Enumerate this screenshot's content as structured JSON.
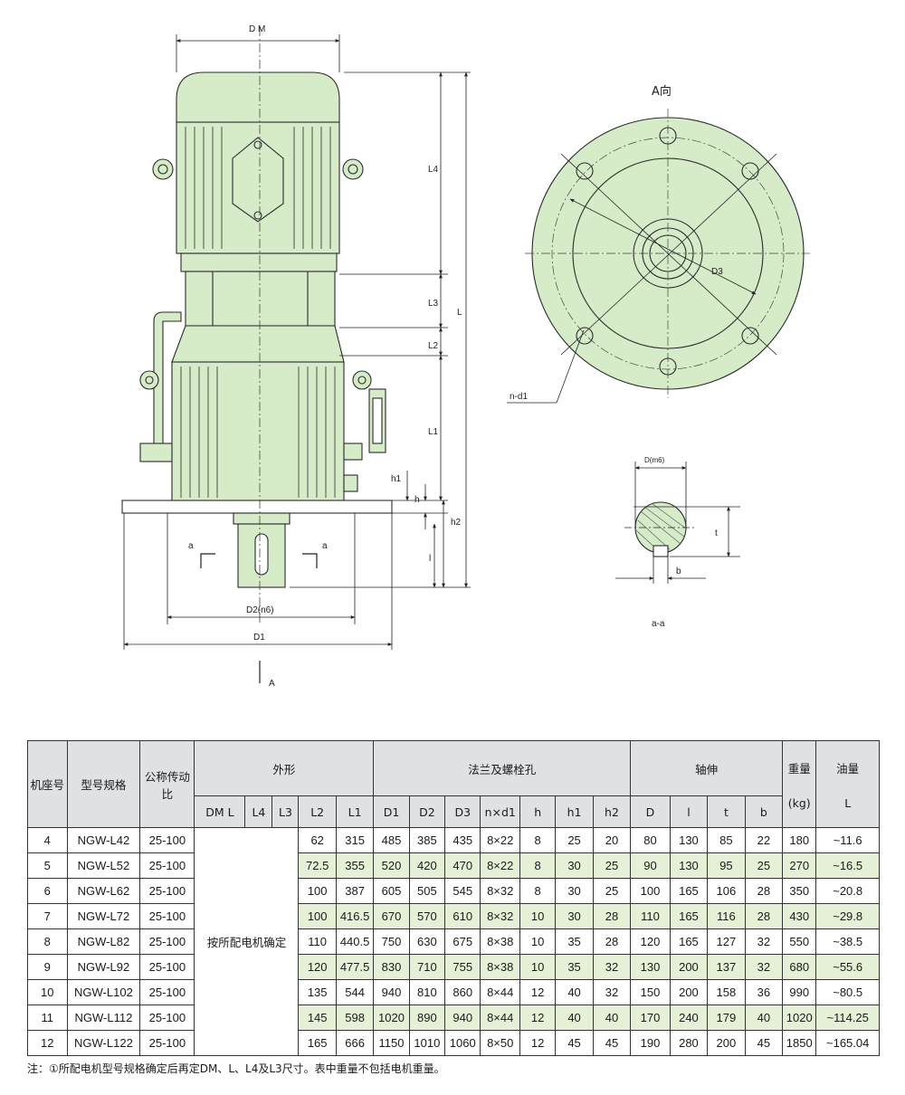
{
  "drawing": {
    "labels": {
      "dm": "D M",
      "l4": "L4",
      "l3": "L3",
      "l2": "L2",
      "l1": "L1",
      "l": "L",
      "h1": "h1",
      "h": "h",
      "h2": "h2",
      "l_small": "l",
      "a_left": "a",
      "a_right": "a",
      "d2": "D2(n6)",
      "d1": "D1",
      "arrow_a": "A",
      "view_a": "A向",
      "d3": "D3",
      "nd1": "n-d1",
      "d_m6": "D(m6)",
      "t": "t",
      "b": "b",
      "section_aa": "a-a"
    },
    "colors": {
      "body": "#d6ecc8",
      "line": "#2a2a2a",
      "table_head": "#dfe2e5",
      "row_alt": "#e6f0d6"
    }
  },
  "table": {
    "headers": {
      "frame": "机座号",
      "model": "型号规格",
      "ratio": "公称传动比",
      "shape": "外形",
      "flange": "法兰及螺栓孔",
      "shaft": "轴伸",
      "weight": "重量",
      "weight_unit": "(kg)",
      "oil": "油量",
      "oil_unit": "L"
    },
    "sub_headers": [
      "DM  L",
      "L4",
      "L3",
      "L2",
      "L1",
      "D1",
      "D2",
      "D3",
      "n×d1",
      "h",
      "h1",
      "h2",
      "D",
      "l",
      "t",
      "b"
    ],
    "merged_note": "按所配电机确定",
    "rows": [
      [
        "4",
        "NGW-L42",
        "25-100",
        "62",
        "315",
        "485",
        "385",
        "435",
        "8×22",
        "8",
        "25",
        "20",
        "80",
        "130",
        "85",
        "22",
        "180",
        "~11.6"
      ],
      [
        "5",
        "NGW-L52",
        "25-100",
        "72.5",
        "355",
        "520",
        "420",
        "470",
        "8×22",
        "8",
        "30",
        "25",
        "90",
        "130",
        "95",
        "25",
        "270",
        "~16.5"
      ],
      [
        "6",
        "NGW-L62",
        "25-100",
        "100",
        "387",
        "605",
        "505",
        "545",
        "8×32",
        "8",
        "30",
        "25",
        "100",
        "165",
        "106",
        "28",
        "350",
        "~20.8"
      ],
      [
        "7",
        "NGW-L72",
        "25-100",
        "100",
        "416.5",
        "670",
        "570",
        "610",
        "8×32",
        "10",
        "30",
        "28",
        "110",
        "165",
        "116",
        "28",
        "430",
        "~29.8"
      ],
      [
        "8",
        "NGW-L82",
        "25-100",
        "110",
        "440.5",
        "750",
        "630",
        "675",
        "8×38",
        "10",
        "35",
        "28",
        "120",
        "165",
        "127",
        "32",
        "550",
        "~38.5"
      ],
      [
        "9",
        "NGW-L92",
        "25-100",
        "120",
        "477.5",
        "830",
        "710",
        "755",
        "8×38",
        "10",
        "35",
        "32",
        "130",
        "200",
        "137",
        "32",
        "680",
        "~55.6"
      ],
      [
        "10",
        "NGW-L102",
        "25-100",
        "135",
        "544",
        "940",
        "810",
        "860",
        "8×44",
        "12",
        "40",
        "32",
        "150",
        "200",
        "158",
        "36",
        "990",
        "~80.5"
      ],
      [
        "11",
        "NGW-L112",
        "25-100",
        "145",
        "598",
        "1020",
        "890",
        "940",
        "8×44",
        "12",
        "40",
        "40",
        "170",
        "240",
        "179",
        "40",
        "1020",
        "~114.25"
      ],
      [
        "12",
        "NGW-L122",
        "25-100",
        "165",
        "666",
        "1150",
        "1010",
        "1060",
        "8×50",
        "12",
        "45",
        "45",
        "190",
        "280",
        "200",
        "45",
        "1850",
        "~165.04"
      ]
    ]
  },
  "footnote": "注：①所配电机型号规格确定后再定DM、L、L4及L3尺寸。表中重量不包括电机重量。"
}
